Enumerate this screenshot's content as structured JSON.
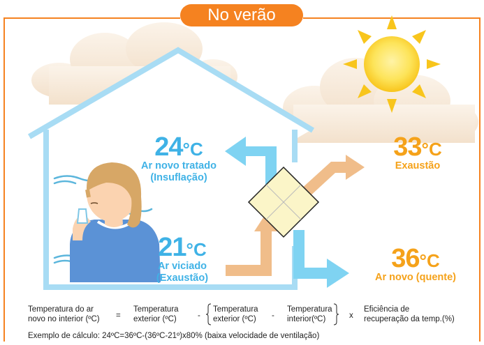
{
  "title": "No verão",
  "indoor_supply": {
    "temp": "24",
    "unit": "°C",
    "line1": "Ar novo tratado",
    "line2": "(Insuflação)"
  },
  "indoor_exhaust": {
    "temp": "21",
    "unit": "°C",
    "line1": "Ar viciado",
    "line2": "(Exaustão)"
  },
  "outdoor_exhaust": {
    "temp": "33",
    "unit": "°C",
    "line1": "Exaustão"
  },
  "outdoor_fresh": {
    "temp": "36",
    "unit": "°C",
    "line1": "Ar novo (quente)"
  },
  "formula": {
    "term1_line1": "Temperatura do ar",
    "term1_line2": "novo no interior (ºC)",
    "equals": "=",
    "term2_line1": "Temperatura",
    "term2_line2": "exterior (ºC)",
    "minus1": "-",
    "term3_line1": "Temperatura",
    "term3_line2": "exterior (ºC)",
    "minus2": "-",
    "term4_line1": "Temperatura",
    "term4_line2": "interior(ºC)",
    "times": "x",
    "term5_line1": "Eficiência de",
    "term5_line2": "recuperação da temp.(%)"
  },
  "example": "Exemplo de cálculo: 24ºC=36ºC-(36ºC-21º)x80% (baixa velocidade de ventilação)",
  "colors": {
    "frame": "#f58220",
    "blue": "#3fb2e6",
    "orange": "#f5a21a",
    "arrow_orange": "#e8b27a",
    "exchanger": "#fbf5c8"
  }
}
